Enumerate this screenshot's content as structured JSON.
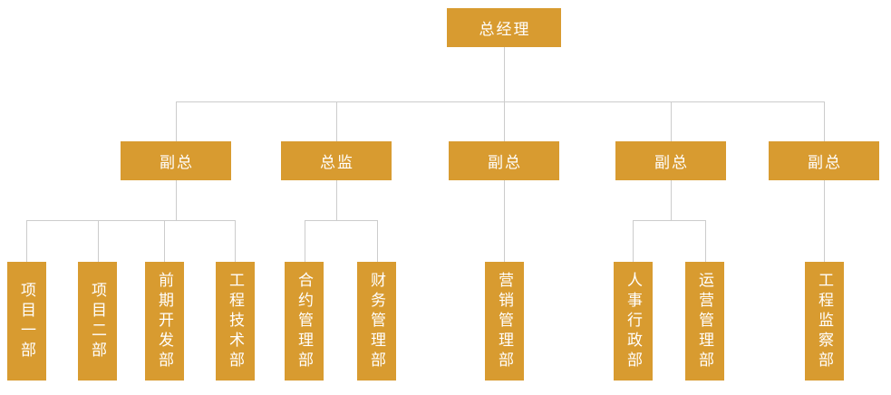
{
  "org_chart": {
    "root": {
      "label": "总经理"
    },
    "managers": [
      {
        "label": "副总",
        "departments": [
          "项目一部",
          "项目二部",
          "前期开发部",
          "工程技术部"
        ]
      },
      {
        "label": "总监",
        "departments": [
          "合约管理部",
          "财务管理部"
        ]
      },
      {
        "label": "副总",
        "departments": [
          "营销管理部"
        ]
      },
      {
        "label": "副总",
        "departments": [
          "人事行政部",
          "运营管理部"
        ]
      },
      {
        "label": "副总",
        "departments": [
          "工程监察部"
        ]
      }
    ]
  },
  "palette": {
    "node_fill": "#d89b30",
    "node_text": "#ffffff",
    "connector_line": "#cccccc",
    "background": "#ffffff"
  }
}
